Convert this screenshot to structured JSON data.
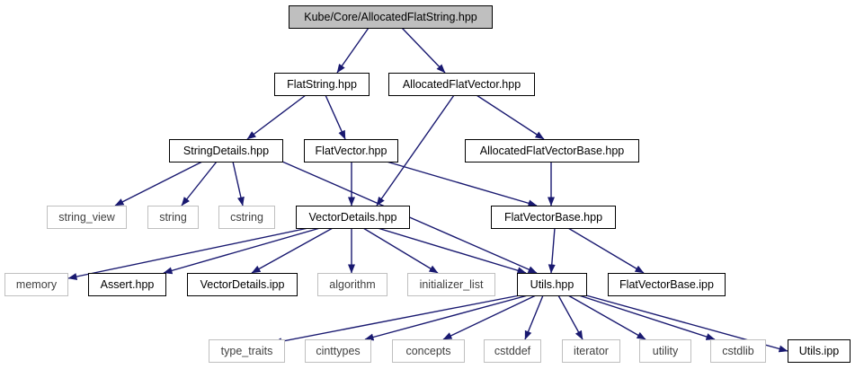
{
  "graph": {
    "nodes": [
      {
        "id": "root",
        "label": "Kube/Core/AllocatedFlatString.hpp",
        "kind": "root"
      },
      {
        "id": "flatstring",
        "label": "FlatString.hpp",
        "kind": "documented"
      },
      {
        "id": "allocflatvector",
        "label": "AllocatedFlatVector.hpp",
        "kind": "documented"
      },
      {
        "id": "stringdetails",
        "label": "StringDetails.hpp",
        "kind": "documented"
      },
      {
        "id": "flatvector",
        "label": "FlatVector.hpp",
        "kind": "documented"
      },
      {
        "id": "allocflatvectorbase",
        "label": "AllocatedFlatVectorBase.hpp",
        "kind": "documented"
      },
      {
        "id": "string_view",
        "label": "string_view",
        "kind": "external"
      },
      {
        "id": "string",
        "label": "string",
        "kind": "external"
      },
      {
        "id": "cstring",
        "label": "cstring",
        "kind": "external"
      },
      {
        "id": "vectordetails",
        "label": "VectorDetails.hpp",
        "kind": "documented"
      },
      {
        "id": "flatvectorbase",
        "label": "FlatVectorBase.hpp",
        "kind": "documented"
      },
      {
        "id": "memory",
        "label": "memory",
        "kind": "external"
      },
      {
        "id": "assert",
        "label": "Assert.hpp",
        "kind": "documented"
      },
      {
        "id": "vectordetailsipp",
        "label": "VectorDetails.ipp",
        "kind": "documented"
      },
      {
        "id": "algorithm",
        "label": "algorithm",
        "kind": "external"
      },
      {
        "id": "initializer_list",
        "label": "initializer_list",
        "kind": "external"
      },
      {
        "id": "utils",
        "label": "Utils.hpp",
        "kind": "documented"
      },
      {
        "id": "flatvectorbaseipp",
        "label": "FlatVectorBase.ipp",
        "kind": "documented"
      },
      {
        "id": "type_traits",
        "label": "type_traits",
        "kind": "external"
      },
      {
        "id": "cinttypes",
        "label": "cinttypes",
        "kind": "external"
      },
      {
        "id": "concepts",
        "label": "concepts",
        "kind": "external"
      },
      {
        "id": "cstddef",
        "label": "cstddef",
        "kind": "external"
      },
      {
        "id": "iterator",
        "label": "iterator",
        "kind": "external"
      },
      {
        "id": "utility",
        "label": "utility",
        "kind": "external"
      },
      {
        "id": "cstdlib",
        "label": "cstdlib",
        "kind": "external"
      },
      {
        "id": "utilsipp",
        "label": "Utils.ipp",
        "kind": "documented"
      }
    ],
    "edges": [
      [
        "root",
        "flatstring"
      ],
      [
        "root",
        "allocflatvector"
      ],
      [
        "flatstring",
        "stringdetails"
      ],
      [
        "flatstring",
        "flatvector"
      ],
      [
        "allocflatvector",
        "vectordetails"
      ],
      [
        "allocflatvector",
        "allocflatvectorbase"
      ],
      [
        "stringdetails",
        "string_view"
      ],
      [
        "stringdetails",
        "string"
      ],
      [
        "stringdetails",
        "cstring"
      ],
      [
        "stringdetails",
        "utils"
      ],
      [
        "flatvector",
        "vectordetails"
      ],
      [
        "flatvector",
        "flatvectorbase"
      ],
      [
        "allocflatvectorbase",
        "flatvectorbase"
      ],
      [
        "vectordetails",
        "memory"
      ],
      [
        "vectordetails",
        "assert"
      ],
      [
        "vectordetails",
        "vectordetailsipp"
      ],
      [
        "vectordetails",
        "algorithm"
      ],
      [
        "vectordetails",
        "initializer_list"
      ],
      [
        "vectordetails",
        "utils"
      ],
      [
        "flatvectorbase",
        "utils"
      ],
      [
        "flatvectorbase",
        "flatvectorbaseipp"
      ],
      [
        "utils",
        "type_traits"
      ],
      [
        "utils",
        "cinttypes"
      ],
      [
        "utils",
        "concepts"
      ],
      [
        "utils",
        "cstddef"
      ],
      [
        "utils",
        "iterator"
      ],
      [
        "utils",
        "utility"
      ],
      [
        "utils",
        "cstdlib"
      ],
      [
        "utils",
        "utilsipp"
      ]
    ],
    "colors": {
      "edge": "#191970",
      "root_fill": "#bfbfbf",
      "documented_stroke": "#000000",
      "external_stroke": "#bfbfbf",
      "external_text": "#404040",
      "node_fill": "#ffffff",
      "text": "#000000"
    }
  }
}
